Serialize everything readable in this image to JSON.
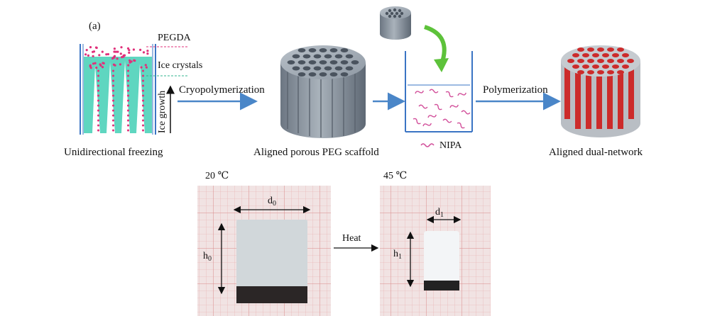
{
  "panel_label": "(a)",
  "freezing": {
    "pegda": "PEGDA",
    "ice_crystals": "Ice crystals",
    "ice_growth": "Ice growth",
    "caption": "Unidirectional freezing"
  },
  "steps": {
    "cryopolymerization": "Cryopolymerization",
    "polymerization": "Polymerization"
  },
  "scaffold": {
    "caption": "Aligned porous PEG scaffold"
  },
  "beaker": {
    "nipa": "NIPA"
  },
  "dual": {
    "caption": "Aligned dual-network"
  },
  "photos": {
    "left_temp": "20 ℃",
    "right_temp": "45 ℃",
    "d0": "d",
    "d0_sub": "0",
    "h0": "h",
    "h0_sub": "0",
    "d1": "d",
    "d1_sub": "1",
    "h1": "h",
    "h1_sub": "1",
    "heat": "Heat"
  },
  "colors": {
    "ice": "#5fd6c0",
    "pegda_dots": "#e0307a",
    "scaffold": "#8f9aa6",
    "arrow": "#4a86c8",
    "green_arrow": "#5dc23a",
    "red_stripe": "#cc2b2b",
    "nipa": "#d24f9a"
  }
}
